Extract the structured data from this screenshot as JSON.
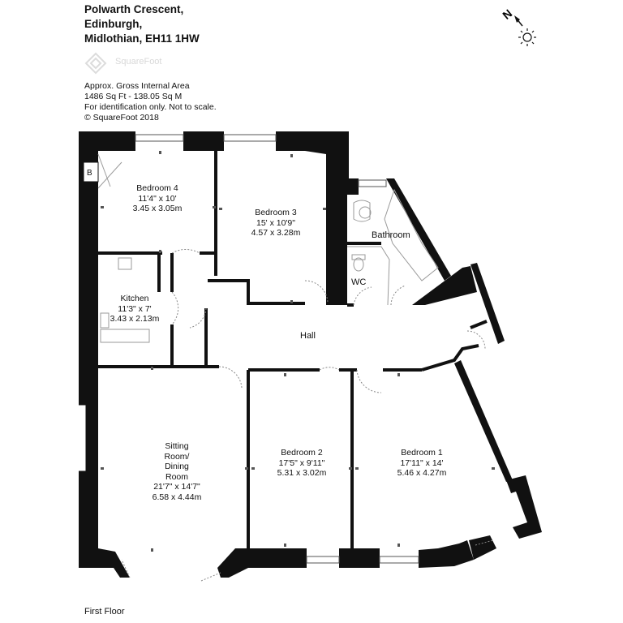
{
  "address": {
    "line1": "Polwarth Crescent,",
    "line2": "Edinburgh,",
    "line3": "Midlothian, EH11 1HW"
  },
  "logo_text": "SquareFoot",
  "info": {
    "area_heading": "Approx. Gross Internal Area",
    "area_value": "1486 Sq Ft  -  138.05 Sq M",
    "disclaimer": "For identification only. Not to scale.",
    "copyright": "© SquareFoot 2018"
  },
  "compass": {
    "north_label": "N",
    "icon": "compass-sun-icon"
  },
  "rooms": {
    "bedroom4": {
      "name": "Bedroom 4",
      "imperial": "11'4\" x 10'",
      "metric": "3.45 x 3.05m"
    },
    "bedroom3": {
      "name": "Bedroom 3",
      "imperial": "15' x 10'9\"",
      "metric": "4.57 x 3.28m"
    },
    "bathroom": {
      "name": "Bathroom"
    },
    "wc": {
      "name": "WC"
    },
    "kitchen": {
      "name": "Kitchen",
      "imperial": "11'3\" x 7'",
      "metric": "3.43 x 2.13m"
    },
    "hall": {
      "name": "Hall"
    },
    "sitting": {
      "name1": "Sitting",
      "name2": "Room/",
      "name3": "Dining",
      "name4": "Room",
      "imperial": "21'7\" x 14'7\"",
      "metric": "6.58 x 4.44m"
    },
    "bedroom2": {
      "name": "Bedroom 2",
      "imperial": "17'5\" x 9'11\"",
      "metric": "5.31 x 3.02m"
    },
    "bedroom1": {
      "name": "Bedroom 1",
      "imperial": "17'11\" x 14'",
      "metric": "5.46 x 4.27m"
    }
  },
  "boiler_label": "B",
  "floor_label": "First Floor",
  "colors": {
    "wall": "#111111",
    "fixture": "#9a9a9a",
    "window": "#555555"
  }
}
